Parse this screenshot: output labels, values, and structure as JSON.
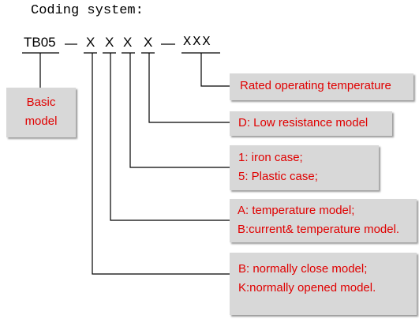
{
  "title": "Coding system:",
  "code": {
    "prefix": "TB05",
    "digit1": "X",
    "digit2": "X",
    "digit3": "X",
    "digit4": "X",
    "suffix": "XXX"
  },
  "boxes": {
    "basic_model": [
      "Basic",
      "model"
    ],
    "rated_temperature": "Rated operating temperature",
    "low_resistance": "D:  Low  resistance  model",
    "case": [
      "1: iron case;",
      "5: Plastic case;"
    ],
    "model_type": [
      "A: temperature model;",
      "B:current& temperature model."
    ],
    "contact": [
      "B: normally close model;",
      "K:normally opened model."
    ]
  },
  "colors": {
    "box_fill": "#d8d8d8",
    "box_text": "#e00000",
    "line": "#000000"
  }
}
